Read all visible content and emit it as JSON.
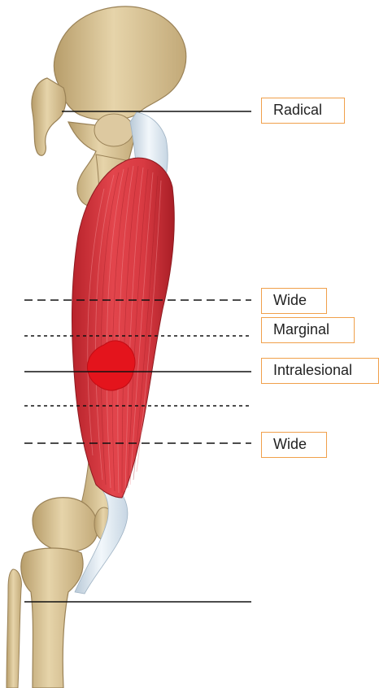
{
  "labels": {
    "radical": "Radical",
    "wide_upper": "Wide",
    "marginal": "Marginal",
    "intralesional": "Intralesional",
    "wide_lower": "Wide"
  },
  "colors": {
    "bone": "#d9c59a",
    "bone_shadow": "#a88f5f",
    "muscle": "#d8323a",
    "muscle_dark": "#a81e26",
    "tendon": "#dfe9f2",
    "tumor": "#e4141c",
    "label_border": "#f0a04b",
    "line": "#111111"
  }
}
